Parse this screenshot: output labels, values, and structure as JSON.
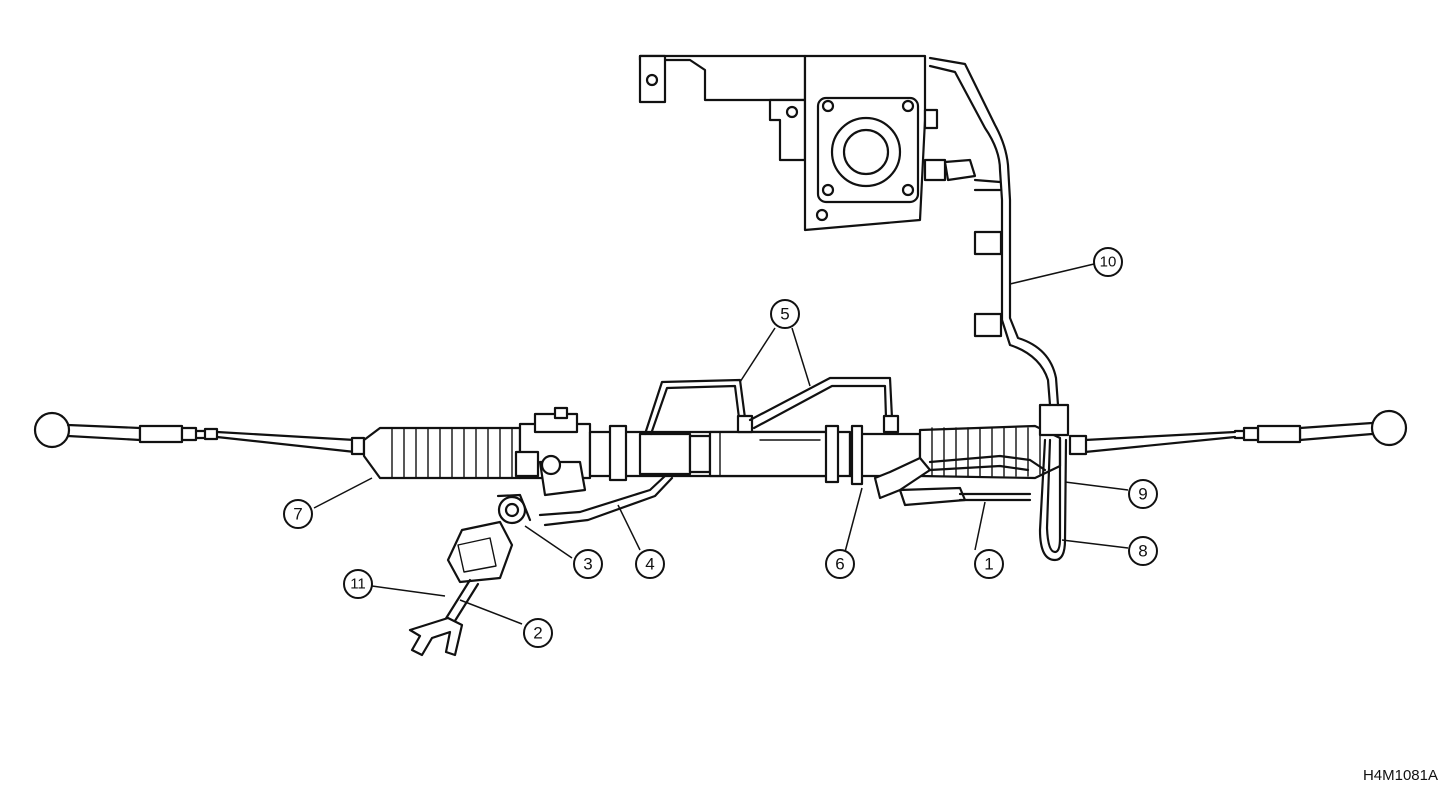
{
  "figure_id": "H4M1081A",
  "callouts": [
    {
      "label": "1"
    },
    {
      "label": "2"
    },
    {
      "label": "3"
    },
    {
      "label": "4"
    },
    {
      "label": "5"
    },
    {
      "label": "6"
    },
    {
      "label": "7"
    },
    {
      "label": "8"
    },
    {
      "label": "9"
    },
    {
      "label": "10"
    },
    {
      "label": "11"
    }
  ]
}
